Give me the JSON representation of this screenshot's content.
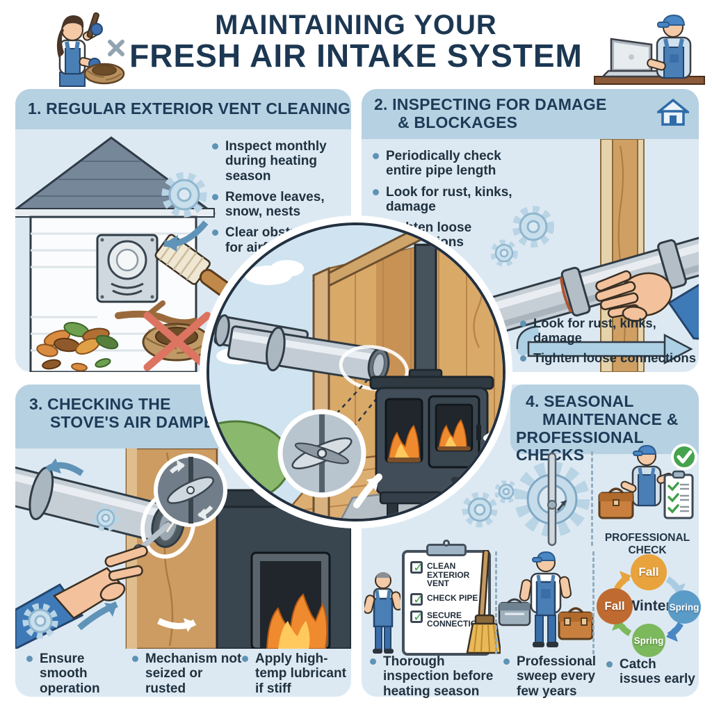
{
  "title": {
    "line1": "MAINTAINING YOUR",
    "line2": "FRESH AIR INTAKE SYSTEM"
  },
  "sections": {
    "s1": {
      "heading": "1. REGULAR EXTERIOR VENT CLEANING",
      "bullets": [
        "Inspect monthly during heating season",
        "Remove leaves, snow, nests",
        "Clear obstructions for airflow"
      ]
    },
    "s2": {
      "heading_line1": "2. INSPECTING FOR DAMAGE",
      "heading_line2": "& BLOCKAGES",
      "bullets": [
        "Periodically check entire pipe length",
        "Look for rust, kinks, damage",
        "Tighten loose connections"
      ],
      "bullets_lower": [
        "Look for rust, kinks, damage",
        "Tighten loose connections"
      ]
    },
    "s3": {
      "heading_line1": "3. CHECKING THE",
      "heading_line2": "STOVE'S AIR DAMPER",
      "bullets": [
        "Ensure smooth operation",
        "Mechanism not seized or rusted",
        "Apply high-temp lubricant if stiff"
      ]
    },
    "s4": {
      "heading_line1": "4. SEASONAL",
      "heading_line2": "MAINTENANCE &",
      "heading_line3": "PROFESSIONAL CHECKS",
      "checklist": [
        "CLEAN EXTERIOR VENT",
        "CHECK PIPE",
        "SECURE CONNECTIONS"
      ],
      "professional_check_line1": "PROFESSIONAL",
      "professional_check_line2": "CHECK",
      "seasons": {
        "top": "Fall",
        "right": "Spring",
        "bottom": "Spring",
        "left": "Fall",
        "center": "Winter"
      },
      "bullets": [
        "Thorough inspection before heating season",
        "Professional sweep every few years",
        "Catch issues early"
      ]
    }
  },
  "colors": {
    "title_navy": "#1c3752",
    "panel_bg": "#dde9f2",
    "panel_header_bg": "#b6d1e2",
    "body_text": "#20313f",
    "bullet_dot": "#5e93b5",
    "x_mark_red": "#dd7361",
    "check_green": "#3fa14a",
    "season_fall_top": "#e8a33d",
    "season_spring_right": "#5b9bc8",
    "season_spring_bottom": "#7cb85c",
    "season_fall_left": "#bf6a30"
  }
}
